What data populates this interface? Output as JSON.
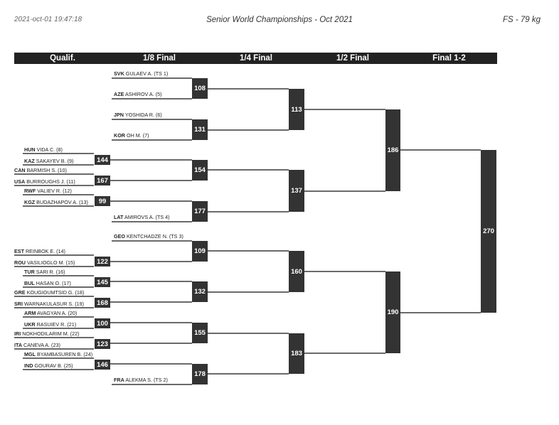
{
  "header": {
    "timestamp": "2021-oct-01 19:47:18",
    "title": "Senior World Championships - Oct 2021",
    "category": "FS - 79 kg"
  },
  "rounds": [
    "Qualif.",
    "1/8 Final",
    "1/4 Final",
    "1/2 Final",
    "Final 1-2"
  ],
  "competitors": {
    "svk": {
      "country": "SVK",
      "name": "GULAEV A. (TS 1)"
    },
    "aze": {
      "country": "AZE",
      "name": "ASHIROV A. (5)"
    },
    "jpn": {
      "country": "JPN",
      "name": "YOSHIDA R. (6)"
    },
    "kor": {
      "country": "KOR",
      "name": "OH M. (7)"
    },
    "hun": {
      "country": "HUN",
      "name": "VIDA C. (8)"
    },
    "kaz": {
      "country": "KAZ",
      "name": "SAKAYEV B. (9)"
    },
    "can": {
      "country": "CAN",
      "name": "BARMISH S. (10)"
    },
    "usa": {
      "country": "USA",
      "name": "BURROUGHS J. (11)"
    },
    "rwf": {
      "country": "RWF",
      "name": "VALIEV R. (12)"
    },
    "kgz": {
      "country": "KGZ",
      "name": "BUDAZHAPOV A. (13)"
    },
    "lat": {
      "country": "LAT",
      "name": "AMIROVS A. (TS 4)"
    },
    "geo": {
      "country": "GEO",
      "name": "KENTCHADZE N. (TS 3)"
    },
    "est": {
      "country": "EST",
      "name": "REINBOK E. (14)"
    },
    "rou": {
      "country": "ROU",
      "name": "VASILIOGLO M. (15)"
    },
    "tur": {
      "country": "TUR",
      "name": "SARI R. (16)"
    },
    "bul": {
      "country": "BUL",
      "name": "HASAN O. (17)"
    },
    "gre": {
      "country": "GRE",
      "name": "KOUGIOUMTSID G. (18)"
    },
    "sri": {
      "country": "SRI",
      "name": "WARNAKULASUR S. (19)"
    },
    "arm": {
      "country": "ARM",
      "name": "AVAGYAN A. (20)"
    },
    "ukr": {
      "country": "UKR",
      "name": "RASUIEV R. (21)"
    },
    "iri": {
      "country": "IRI",
      "name": "NOKHODILARIM M. (22)"
    },
    "ita": {
      "country": "ITA",
      "name": "CANEVA A. (23)"
    },
    "mgl": {
      "country": "MGL",
      "name": "BYAMBASUREN B. (24)"
    },
    "ind": {
      "country": "IND",
      "name": "GOURAV B. (25)"
    },
    "fra": {
      "country": "FRA",
      "name": "ALEKMA S. (TS 2)"
    }
  },
  "bouts": {
    "b144": "144",
    "b167": "167",
    "b99": "99",
    "b122": "122",
    "b145": "145",
    "b168": "168",
    "b100": "100",
    "b123": "123",
    "b146": "146",
    "b108": "108",
    "b131": "131",
    "b154": "154",
    "b177": "177",
    "b109": "109",
    "b132": "132",
    "b155": "155",
    "b178": "178",
    "b113": "113",
    "b137": "137",
    "b160": "160",
    "b183": "183",
    "b186": "186",
    "b190": "190",
    "b270": "270"
  }
}
